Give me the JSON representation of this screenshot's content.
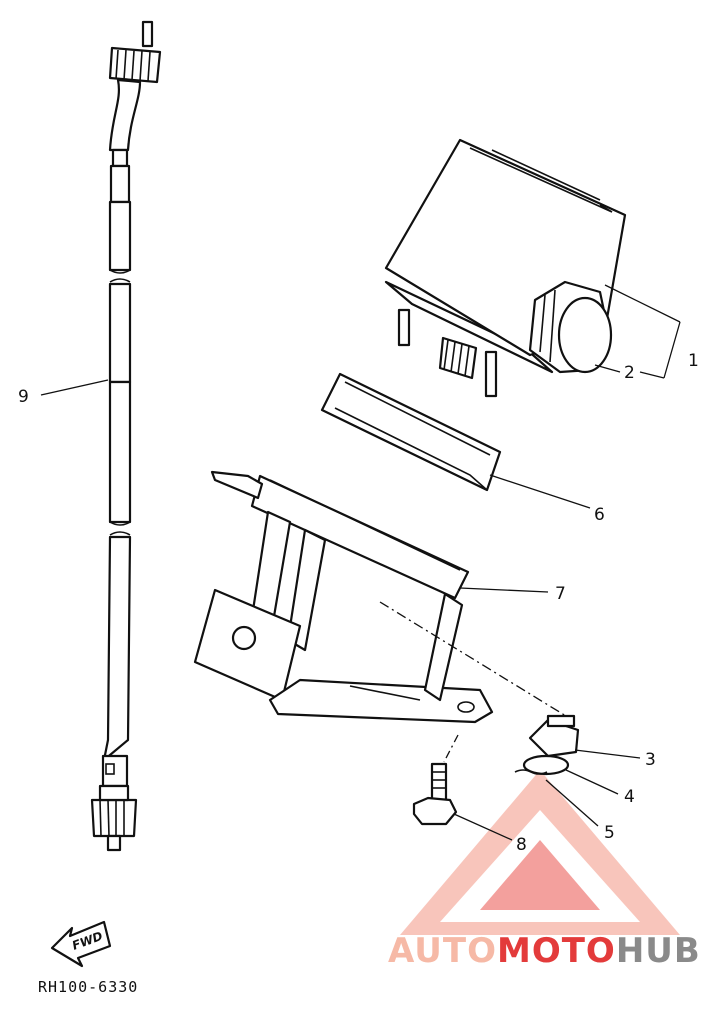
{
  "diagram": {
    "callouts": [
      {
        "id": "callout-1",
        "text": "1"
      },
      {
        "id": "callout-2",
        "text": "2"
      },
      {
        "id": "callout-3",
        "text": "3"
      },
      {
        "id": "callout-4",
        "text": "4"
      },
      {
        "id": "callout-5",
        "text": "5"
      },
      {
        "id": "callout-6",
        "text": "6"
      },
      {
        "id": "callout-7",
        "text": "7"
      },
      {
        "id": "callout-8",
        "text": "8"
      },
      {
        "id": "callout-9",
        "text": "9"
      }
    ],
    "fwd_label": "FWD",
    "drawing_code": "RH100-6330"
  },
  "watermark": {
    "part1": "AUTO",
    "part2": "MOTO",
    "part3": "HUB",
    "colors": {
      "light": "#f6b9a6",
      "red": "#e33b3b",
      "grey": "#8a8a8a"
    }
  }
}
